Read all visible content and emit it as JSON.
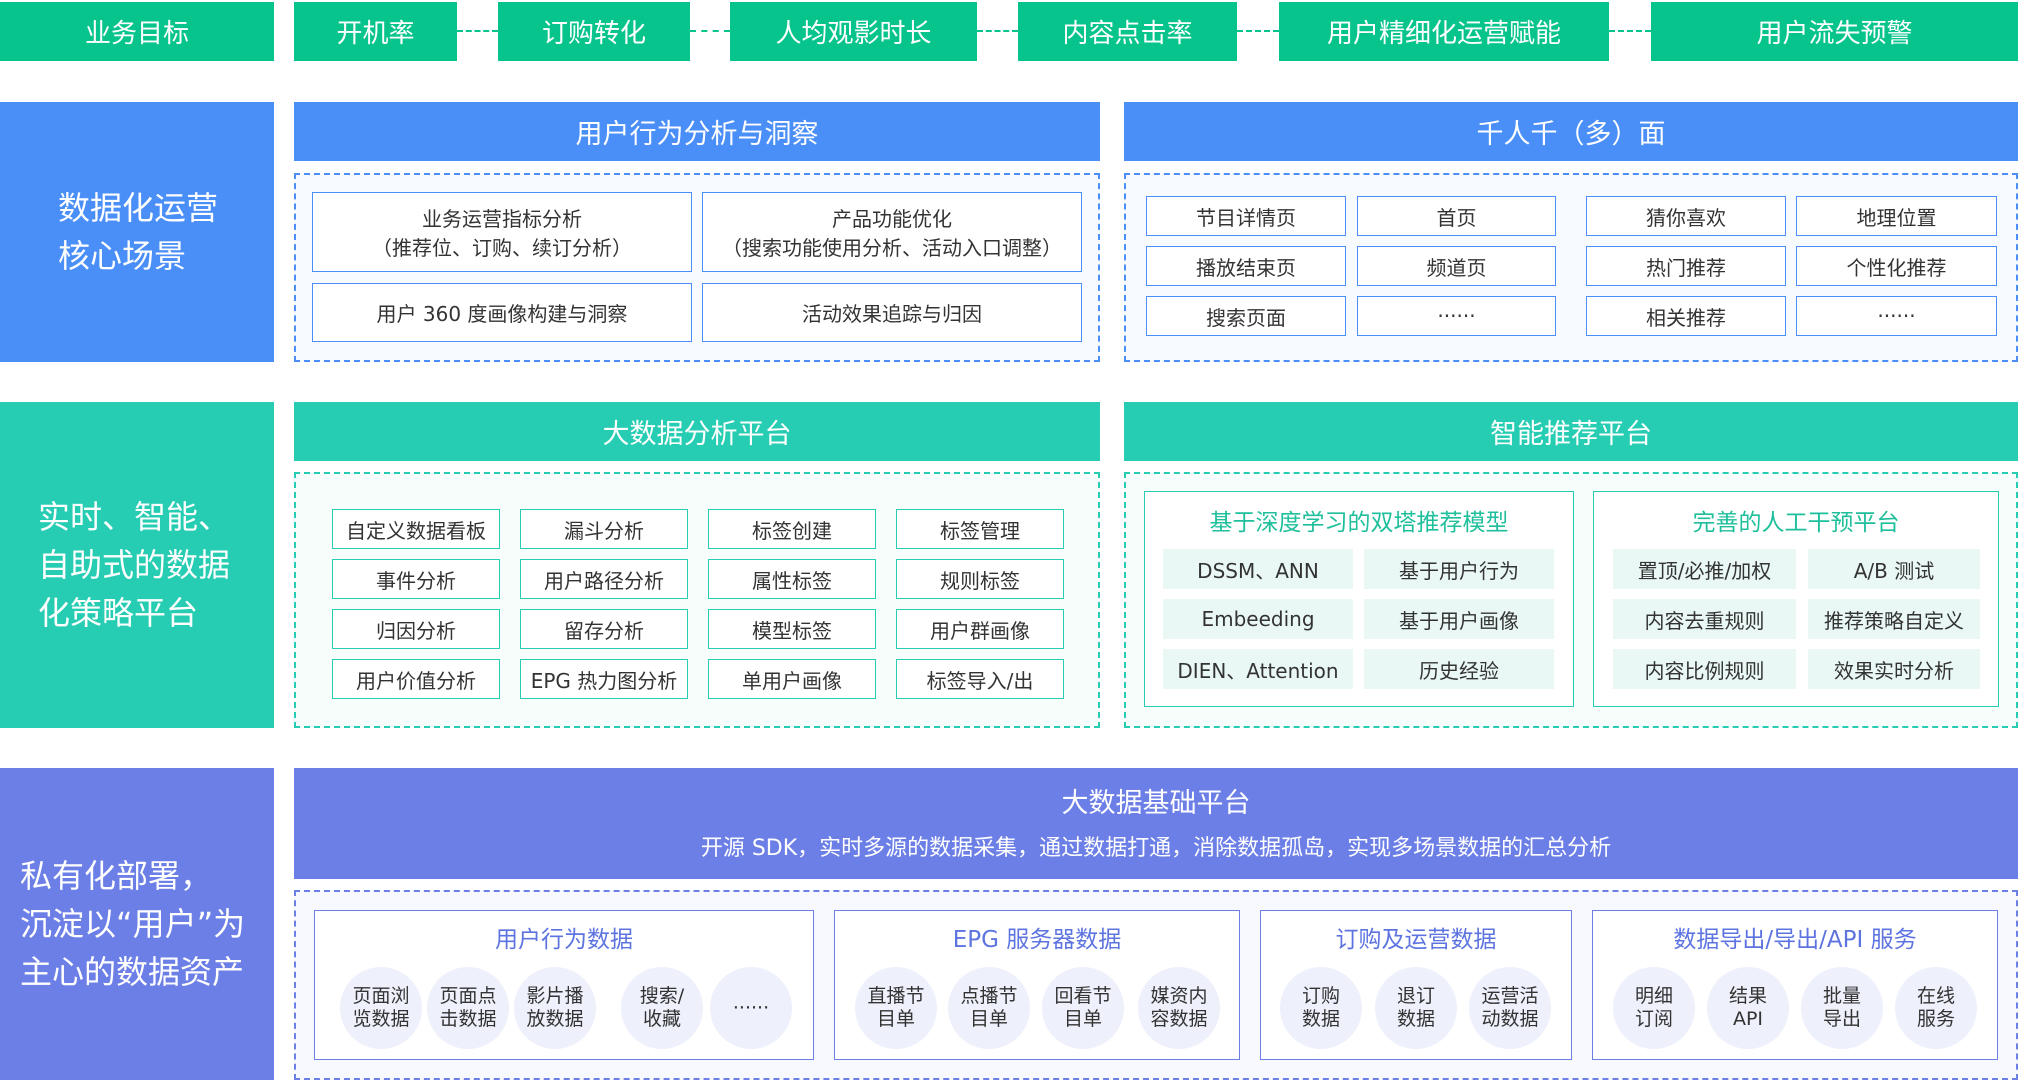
{
  "business_goals": {
    "label": "业务目标",
    "items": [
      "开机率",
      "订购转化",
      "人均观影时长",
      "内容点击率",
      "用户精细化运营赋能",
      "用户流失预警"
    ]
  },
  "row1": {
    "label": [
      "数据化运营",
      "核心场景"
    ],
    "left": {
      "title": "用户行为分析与洞察",
      "cells": [
        "业务运营指标分析\n（推荐位、订购、续订分析）",
        "产品功能优化\n（搜索功能使用分析、活动入口调整）",
        "用户 360 度画像构建与洞察",
        "活动效果追踪与归因"
      ]
    },
    "right": {
      "title": "千人千（多）面",
      "cells": [
        "节目详情页",
        "首页",
        "播放结束页",
        "频道页",
        "搜索页面",
        "······",
        "猜你喜欢",
        "地理位置",
        "热门推荐",
        "个性化推荐",
        "相关推荐",
        "······"
      ]
    }
  },
  "row2": {
    "label": [
      "实时、智能、",
      "自助式的数据",
      "化策略平台"
    ],
    "left": {
      "title": "大数据分析平台",
      "cells": [
        "自定义数据看板",
        "漏斗分析",
        "标签创建",
        "标签管理",
        "事件分析",
        "用户路径分析",
        "属性标签",
        "规则标签",
        "归因分析",
        "留存分析",
        "模型标签",
        "用户群画像",
        "用户价值分析",
        "EPG 热力图分析",
        "单用户画像",
        "标签导入/出"
      ]
    },
    "right": {
      "title": "智能推荐平台",
      "panels": [
        {
          "title": "基于深度学习的双塔推荐模型",
          "chips": [
            "DSSM、ANN",
            "基于用户行为",
            "Embeeding",
            "基于用户画像",
            "DIEN、Attention",
            "历史经验"
          ]
        },
        {
          "title": "完善的人工干预平台",
          "chips": [
            "置顶/必推/加权",
            "A/B 测试",
            "内容去重规则",
            "推荐策略自定义",
            "内容比例规则",
            "效果实时分析"
          ]
        }
      ]
    }
  },
  "row3": {
    "label": [
      "私有化部署，",
      "沉淀以“用户”为",
      "主心的数据资产"
    ],
    "title": "大数据基础平台",
    "subtitle": "开源 SDK，实时多源的数据采集，通过数据打通，消除数据孤岛，实现多场景数据的汇总分析",
    "groups": [
      {
        "title": "用户行为数据",
        "items": [
          "页面浏\n览数据",
          "页面点\n击数据",
          "影片播\n放数据",
          "搜索/\n收藏",
          "······"
        ]
      },
      {
        "title": "EPG 服务器数据",
        "items": [
          "直播节\n目单",
          "点播节\n目单",
          "回看节\n目单",
          "媒资内\n容数据"
        ]
      },
      {
        "title": "订购及运营数据",
        "items": [
          "订购\n数据",
          "退订\n数据",
          "运营活\n动数据"
        ]
      },
      {
        "title": "数据导出/导出/API 服务",
        "items": [
          "明细\n订阅",
          "结果\nAPI",
          "批量\n导出",
          "在线\n服务"
        ]
      }
    ]
  }
}
